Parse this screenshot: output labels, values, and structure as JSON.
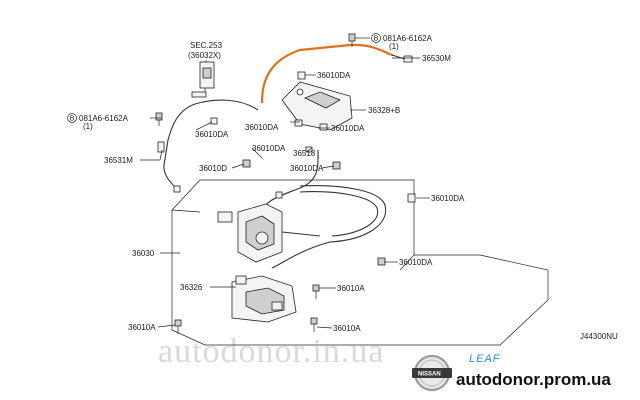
{
  "watermark": "autodonor.in.ua",
  "site": "autodonor.prom.ua",
  "model": "LEAF",
  "diagram_code": "J44300NU",
  "logo_text": "NISSAN",
  "labels": {
    "sec_ref": "SEC.253",
    "sec_ref_sub": "(36032X)",
    "bolt_top": "081A6-6162A",
    "bolt_top_qty": "(1)",
    "bolt_left": "081A6-6162A",
    "bolt_left_qty": "(1)",
    "circle_b": "B",
    "circle_b2": "B",
    "p36530m": "36530M",
    "p36010da_1": "36010DA",
    "p36328b": "36328+B",
    "p36010da_2": "36010DA",
    "p36010da_3": "36010DA",
    "p36010da_4": "36010DA",
    "p36531m": "36531M",
    "p36010da_5": "36010DA",
    "p36518": "36518",
    "p36010d": "36010D",
    "p36010da_6": "36010DA",
    "p36010da_7": "36010DA",
    "p36030": "36030",
    "p36010da_8": "36010DA",
    "p36326": "36326",
    "p36010a_1": "36010A",
    "p36010a_2": "36010A",
    "p36010a_3": "36010A"
  }
}
